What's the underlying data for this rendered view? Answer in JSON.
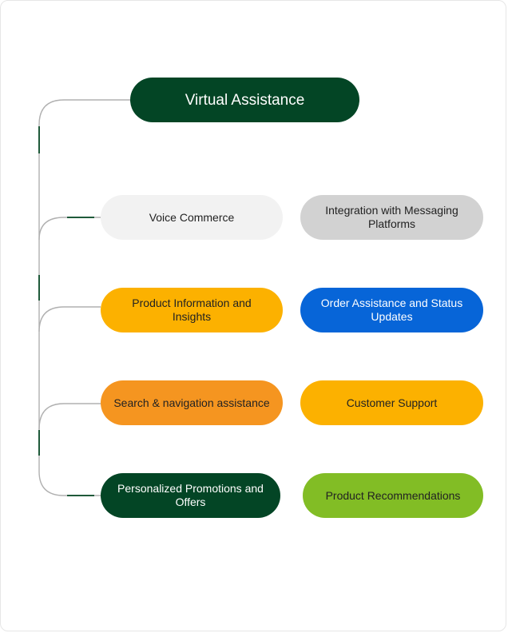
{
  "diagram": {
    "root": {
      "label": "Virtual Assistance",
      "color": "#034525"
    },
    "nodes": [
      {
        "label": "Voice Commerce",
        "color": "#f2f2f2"
      },
      {
        "label": "Integration with Messaging Platforms",
        "color": "#d2d2d2"
      },
      {
        "label": "Product Information and Insights",
        "color": "#fcb100"
      },
      {
        "label": "Order Assistance and Status Updates",
        "color": "#0765d8"
      },
      {
        "label": "Search & navigation assistance",
        "color": "#f59520"
      },
      {
        "label": "Customer Support",
        "color": "#fcb100"
      },
      {
        "label": "Personalized Promotions and Offers",
        "color": "#034525"
      },
      {
        "label": "Product Recommendations",
        "color": "#82bd25"
      }
    ],
    "connector_color": "#b0b0b0",
    "accent_color": "#1f5a3a"
  }
}
